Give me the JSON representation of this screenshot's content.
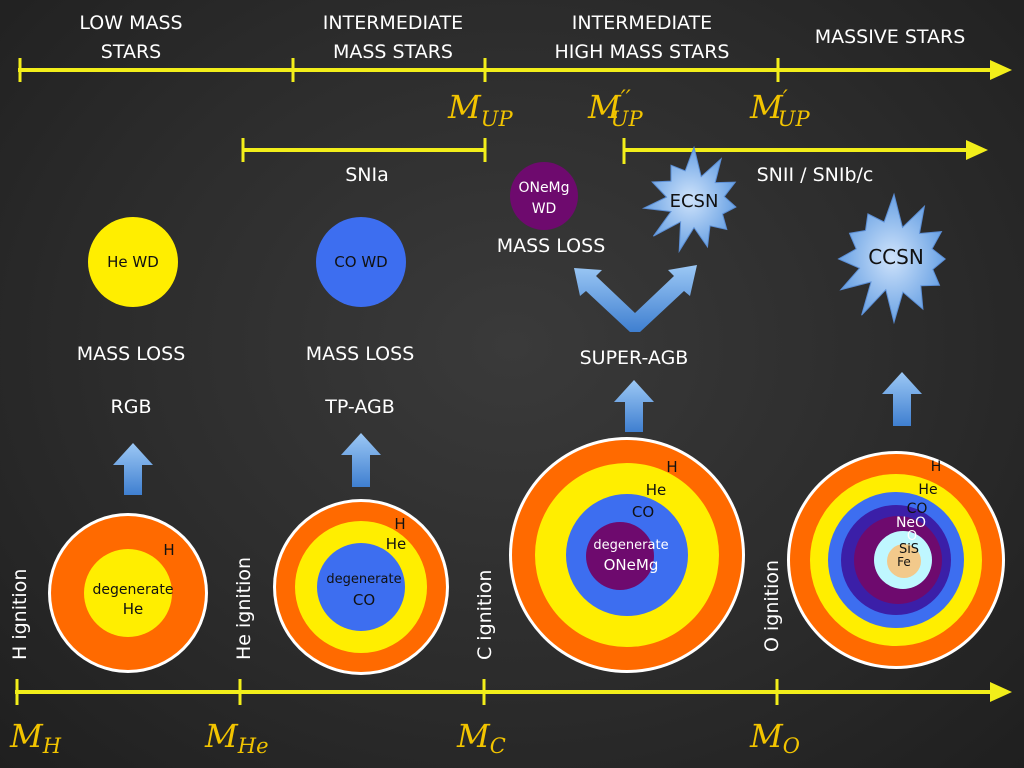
{
  "colors": {
    "axis": "#f2ee1a",
    "math": "#f2c400",
    "H": "#ff6a00",
    "He": "#ffee00",
    "CO": "#3d6ef0",
    "ONeMg": "#6e0a6e",
    "NeO": "#3b1fa8",
    "Si": "#bff7ff",
    "Fe": "#f2c98b",
    "burst": "#7fb4ee",
    "arrow": "#5b9ee6"
  },
  "top_categories": {
    "low": [
      "LOW MASS",
      "STARS"
    ],
    "intermediate": [
      "INTERMEDIATE",
      "MASS STARS"
    ],
    "int_high": [
      "INTERMEDIATE",
      "HIGH MASS STARS"
    ],
    "massive": "MASSIVE STARS"
  },
  "top_thresholds": {
    "mup_base": "M",
    "mup_sub": "UP",
    "mup2_prime": "′′",
    "mup1_prime": "′"
  },
  "bottom_thresholds": {
    "base": "M",
    "h": "H",
    "he": "He",
    "c": "C",
    "o": "O"
  },
  "ignition": {
    "h": "H ignition",
    "he": "He ignition",
    "c": "C ignition",
    "o": "O ignition"
  },
  "ranges": {
    "snia": "SNIa",
    "snii": "SNII / SNIb/c"
  },
  "remnants": {
    "he_wd": "He WD",
    "co_wd": "CO WD",
    "onemg_wd": [
      "ONeMg",
      "WD"
    ],
    "ecsn": "ECSN",
    "ccsn": "CCSN"
  },
  "phases": {
    "mass_loss_low": "MASS LOSS",
    "rgb": "RGB",
    "mass_loss_int": "MASS LOSS",
    "tp_agb": "TP-AGB",
    "mass_loss_sagb": "MASS LOSS",
    "super_agb": "SUPER-AGB"
  },
  "star_low": {
    "shell": "H",
    "core": [
      "degenerate",
      "He"
    ]
  },
  "star_int": {
    "h": "H",
    "he": "He",
    "core": [
      "degenerate",
      "CO"
    ]
  },
  "star_sagb": {
    "h": "H",
    "he": "He",
    "co": "CO",
    "core": [
      "degenerate",
      "ONeMg"
    ]
  },
  "star_massive": {
    "h": "H",
    "he": "He",
    "co": "CO",
    "neo": "NeO",
    "o": "O",
    "sis": "SiS",
    "fe": "Fe"
  }
}
